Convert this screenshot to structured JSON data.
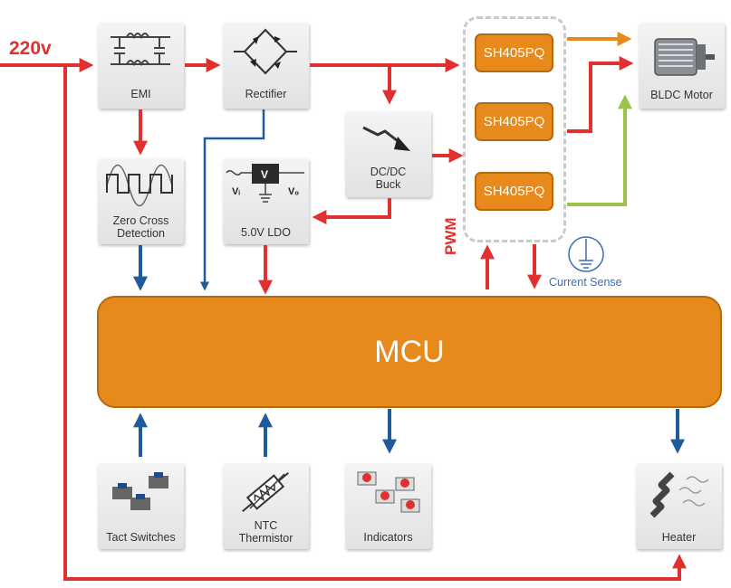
{
  "input_label": "220v",
  "blocks": {
    "emi": "EMI",
    "rectifier": "Rectifier",
    "zero_cross_line1": "Zero Cross",
    "zero_cross_line2": "Detection",
    "ldo": "5.0V LDO",
    "ldo_vin": "Vᵢ",
    "ldo_v": "V",
    "ldo_vout": "Vₒ",
    "buck_line1": "DC/DC",
    "buck_line2": "Buck",
    "driver_1": "SH405PQ",
    "driver_2": "SH405PQ",
    "driver_3": "SH405PQ",
    "motor": "BLDC Motor",
    "mcu": "MCU",
    "tact": "Tact Switches",
    "ntc_line1": "NTC",
    "ntc_line2": "Thermistor",
    "indicators": "Indicators",
    "heater": "Heater"
  },
  "signals": {
    "pwm": "PWM",
    "current_sense": "Current Sense"
  },
  "colors": {
    "power_arrow": "#e03030",
    "signal_arrow": "#1f5a9a",
    "chip_fill": "#e8891b",
    "orange_arrow": "#e8891b",
    "green_arrow": "#9bc348"
  }
}
